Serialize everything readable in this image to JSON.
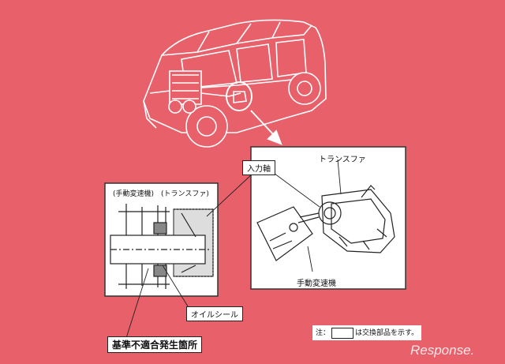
{
  "labels": {
    "transfer_right": "トランスファ",
    "input_shaft": "入力軸",
    "manual_trans_left": "(手動変速機)",
    "transfer_left": "(トランスファ)",
    "manual_trans_bottom": "手動変速機",
    "oil_seal": "オイルシール",
    "defect_location": "基準不適合発生箇所",
    "note_prefix": "注：",
    "note_suffix": "は交換部品を示す。"
  },
  "watermark": "Response."
}
